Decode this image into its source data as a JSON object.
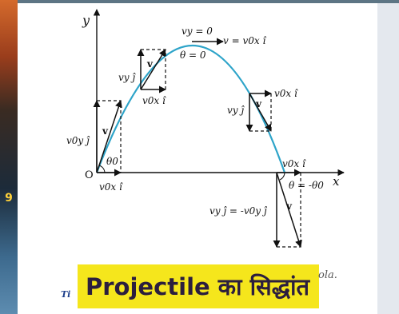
{
  "labels": {
    "y_axis": "y",
    "x_axis": "x",
    "origin": "O",
    "theta0": "θ0",
    "top_vy": "vy = 0",
    "top_theta": "θ = 0",
    "top_v": "v = v0x î",
    "v_short": "v",
    "vy_j": "vy ĵ",
    "v0x_i": "v0x î",
    "v0y_j": "v0y ĵ",
    "theta_end": "θ = -θ0",
    "vy_j_end": "vy ĵ = -v0y ĵ"
  },
  "banner": {
    "text": "Projectile का सिद्धांत"
  },
  "fragments": {
    "left": "Ti",
    "right": "ola."
  },
  "colors": {
    "trajectory": "#2ea4c9",
    "banner": "#f5e61c",
    "banner_text": "#2b1e3e"
  }
}
